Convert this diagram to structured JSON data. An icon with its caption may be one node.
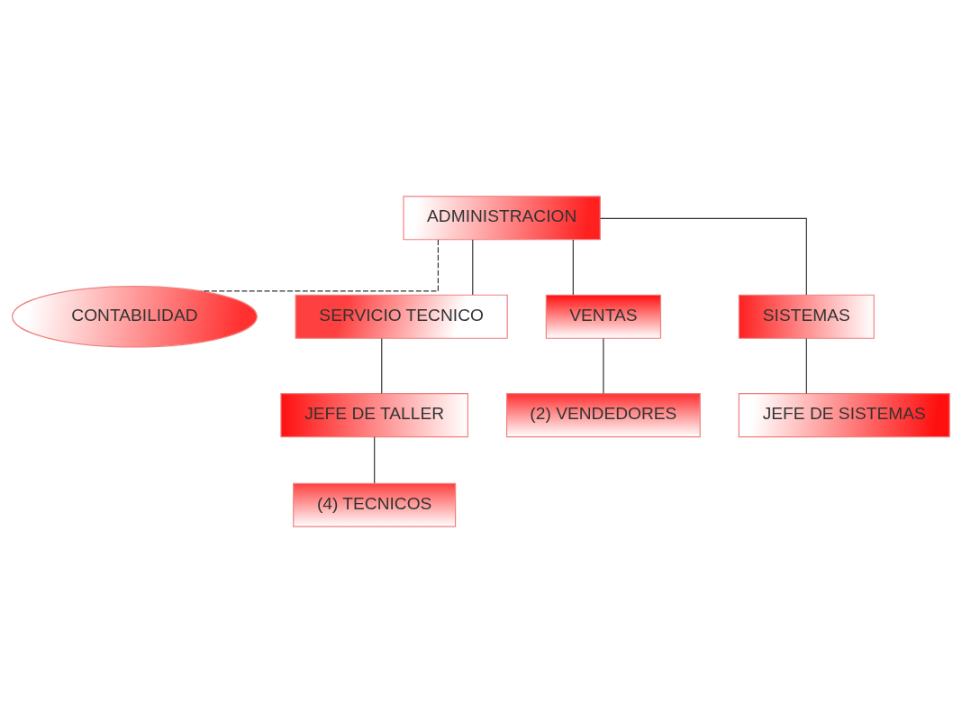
{
  "diagram": {
    "nodes": [
      {
        "text": [
          "ADMINISTRACION"
        ]
      },
      {
        "text": [
          "CONTABILIDAD"
        ]
      },
      {
        "text": [
          "SERVICIO TECNICO"
        ]
      },
      {
        "text": [
          "VENTAS"
        ]
      },
      {
        "text": [
          "SISTEMAS"
        ]
      },
      {
        "text": [
          "JEFE DE TALLER"
        ]
      },
      {
        "text": [
          "(2) VENDEDORES"
        ]
      },
      {
        "text": [
          "JEFE DE SISTEMAS"
        ]
      },
      {
        "text": [
          "(4) TECNICOS"
        ]
      }
    ],
    "edges": [
      {
        "from": 0,
        "to": 1,
        "arrow": "none",
        "style": "dashed"
      },
      {
        "from": 0,
        "to": 2,
        "arrow": "none"
      },
      {
        "from": 0,
        "to": 3,
        "arrow": "none"
      },
      {
        "from": 0,
        "to": 4,
        "arrow": "none"
      },
      {
        "from": 2,
        "to": 5,
        "arrow": "none"
      },
      {
        "from": 3,
        "to": 6,
        "arrow": "none"
      },
      {
        "from": 4,
        "to": 7,
        "arrow": "none"
      },
      {
        "from": 5,
        "to": 8,
        "arrow": "none"
      }
    ]
  }
}
